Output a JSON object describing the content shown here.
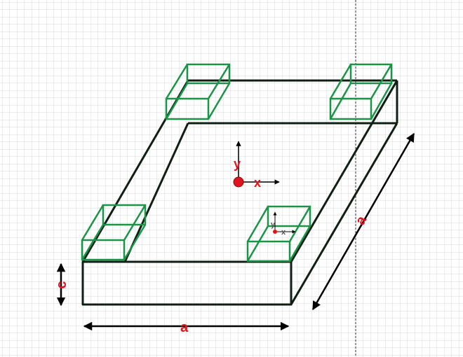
{
  "labels": {
    "width_a": "a",
    "depth_a": "a",
    "height_c": "c",
    "axis_x": "x",
    "axis_y": "y",
    "local_axis_x": "x",
    "local_axis_y": "y"
  },
  "colors": {
    "grid": "#d9d9d9",
    "frame": "#0f1f14",
    "box": "#1a9447",
    "label": "#e0141e",
    "origin": "#e0141e",
    "arrow": "#000000",
    "guide": "#333333"
  }
}
